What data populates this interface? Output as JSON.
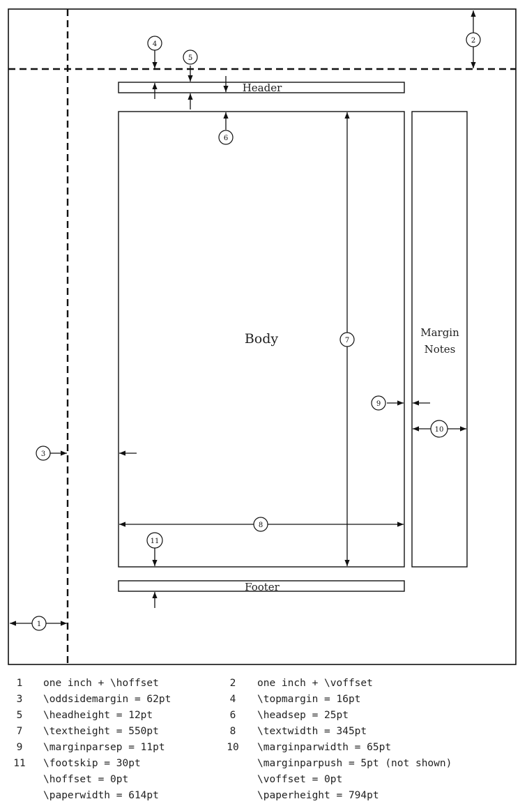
{
  "diagram": {
    "labels": {
      "header": "Header",
      "body": "Body",
      "margin_notes_line1": "Margin",
      "margin_notes_line2": "Notes",
      "footer": "Footer"
    },
    "markers": [
      "1",
      "2",
      "3",
      "4",
      "5",
      "6",
      "7",
      "8",
      "9",
      "10",
      "11"
    ]
  },
  "legend": {
    "rows": [
      {
        "n1": "1",
        "t1": "one inch + \\hoffset",
        "n2": "2",
        "t2": "one inch + \\voffset"
      },
      {
        "n1": "3",
        "t1": "\\oddsidemargin = 62pt",
        "n2": "4",
        "t2": "\\topmargin = 16pt"
      },
      {
        "n1": "5",
        "t1": "\\headheight = 12pt",
        "n2": "6",
        "t2": "\\headsep = 25pt"
      },
      {
        "n1": "7",
        "t1": "\\textheight = 550pt",
        "n2": "8",
        "t2": "\\textwidth = 345pt"
      },
      {
        "n1": "9",
        "t1": "\\marginparsep = 11pt",
        "n2": "10",
        "t2": "\\marginparwidth = 65pt"
      },
      {
        "n1": "11",
        "t1": "\\footskip = 30pt",
        "n2": "",
        "t2": "\\marginparpush = 5pt (not shown)"
      },
      {
        "n1": "",
        "t1": "\\hoffset = 0pt",
        "n2": "",
        "t2": "\\voffset = 0pt"
      },
      {
        "n1": "",
        "t1": "\\paperwidth = 614pt",
        "n2": "",
        "t2": "\\paperheight = 794pt"
      }
    ]
  }
}
